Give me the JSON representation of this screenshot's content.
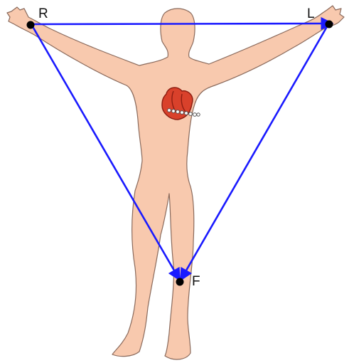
{
  "diagram": {
    "labels": {
      "right_arm": "R",
      "left_arm": "L",
      "foot": "F"
    },
    "colors": {
      "skin": "#f8c9ae",
      "outline": "#8a6a5c",
      "triangle": "#1a1aff",
      "heart": "#d9412b",
      "heart_dark": "#8e1e12",
      "electrode": "#000000",
      "conduction": "#ffffff"
    },
    "icons": {
      "body": "human-body-icon",
      "heart": "heart-icon",
      "electrode": "electrode-icon"
    }
  }
}
